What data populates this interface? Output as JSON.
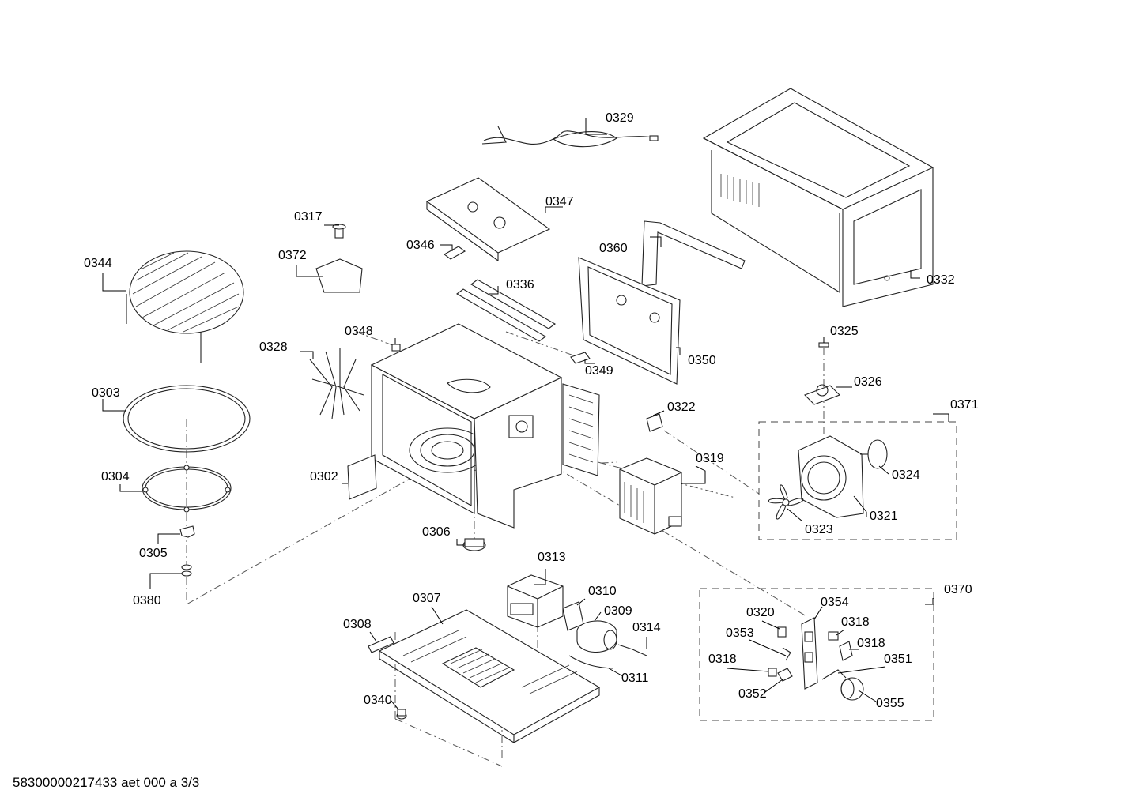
{
  "document_id": "58300000217433 aet 000 a 3/3",
  "parts": {
    "p0302": "0302",
    "p0303": "0303",
    "p0304": "0304",
    "p0305": "0305",
    "p0306": "0306",
    "p0307": "0307",
    "p0308": "0308",
    "p0309": "0309",
    "p0310": "0310",
    "p0311": "0311",
    "p0313": "0313",
    "p0314": "0314",
    "p0317": "0317",
    "p0318": "0318",
    "p0319": "0319",
    "p0320": "0320",
    "p0321": "0321",
    "p0322": "0322",
    "p0323": "0323",
    "p0324": "0324",
    "p0325": "0325",
    "p0326": "0326",
    "p0328": "0328",
    "p0329": "0329",
    "p0332": "0332",
    "p0336": "0336",
    "p0340": "0340",
    "p0344": "0344",
    "p0346": "0346",
    "p0347": "0347",
    "p0348": "0348",
    "p0349": "0349",
    "p0350": "0350",
    "p0351": "0351",
    "p0352": "0352",
    "p0353": "0353",
    "p0354": "0354",
    "p0355": "0355",
    "p0360": "0360",
    "p0370": "0370",
    "p0371": "0371",
    "p0372": "0372",
    "p0380": "0380"
  }
}
